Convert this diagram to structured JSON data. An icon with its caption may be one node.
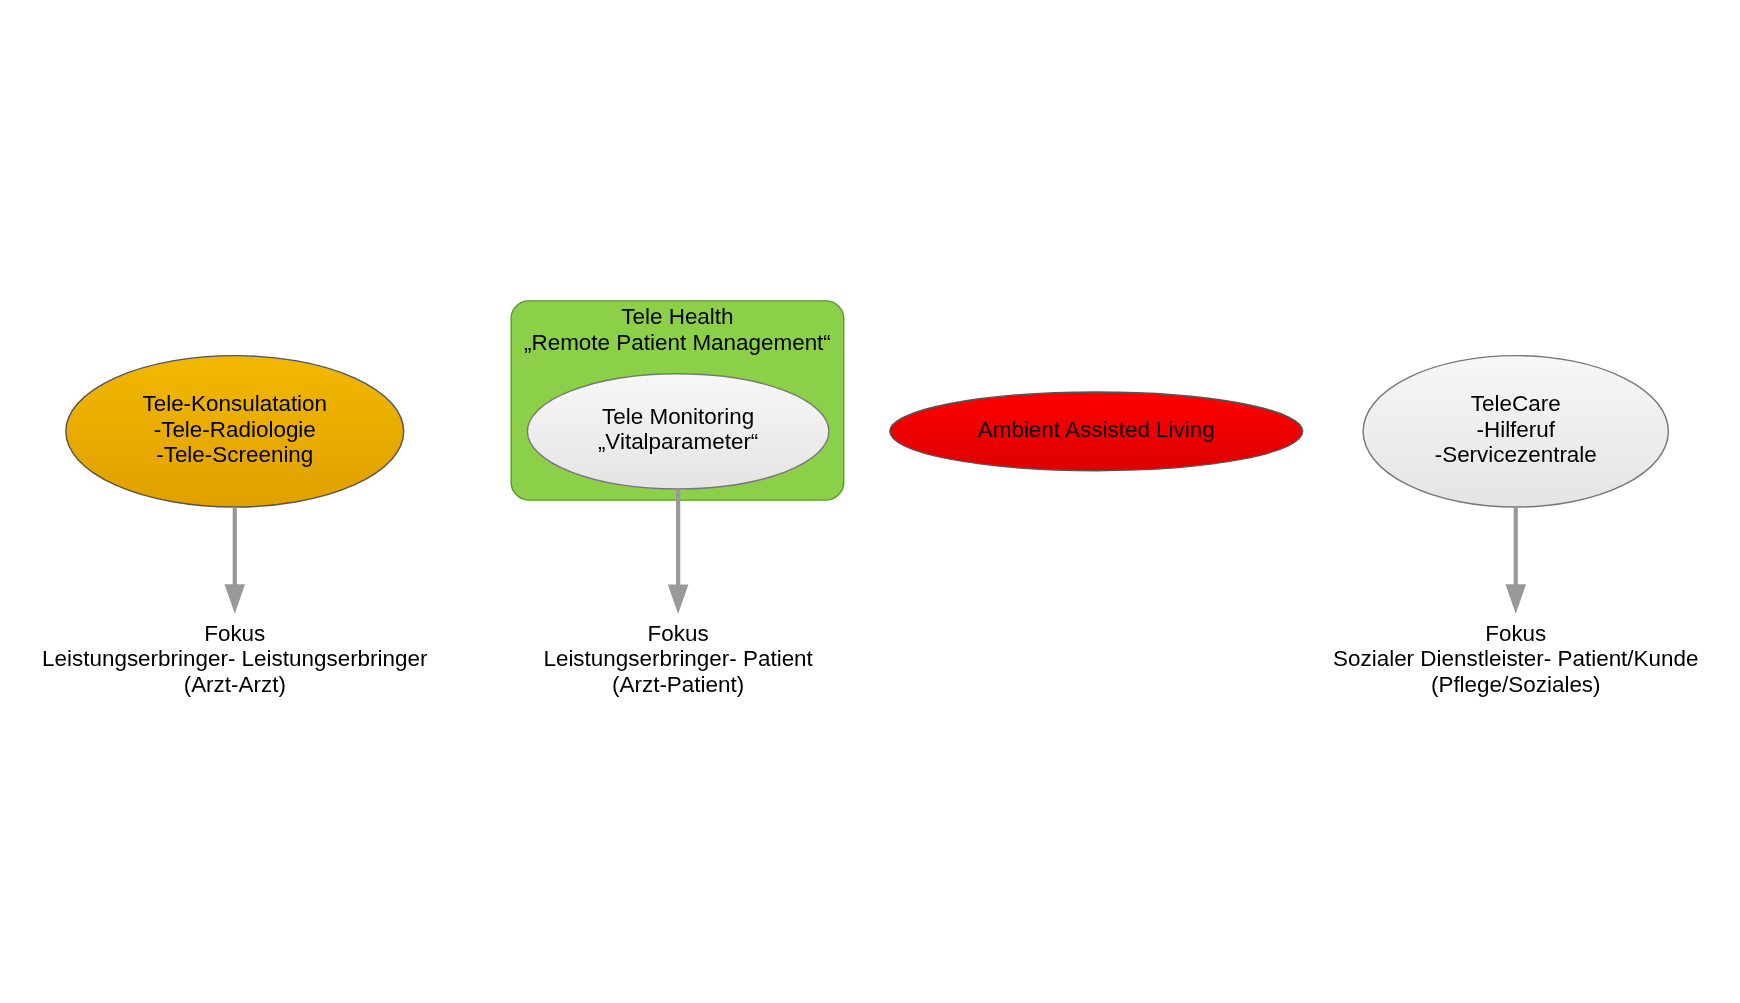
{
  "diagram": {
    "nodes": [
      {
        "text": [
          "Tele-Konsulatation",
          "-Tele-Radiologie",
          "-Tele-Screening"
        ]
      },
      {
        "text": [
          "Tele Health",
          "„Remote Patient Management“"
        ]
      },
      {
        "text": [
          "Tele Monitoring",
          "„Vitalparameter“"
        ],
        "in": 1
      },
      {
        "text": [
          "Ambient Assisted Living"
        ]
      },
      {
        "text": [
          "TeleCare",
          "-Hilferuf",
          "-Servicezentrale"
        ]
      },
      {
        "text": [
          "Fokus",
          "Leistungserbringer- Leistungserbringer",
          "(Arzt-Arzt)"
        ]
      },
      {
        "text": [
          "Fokus",
          "Leistungserbringer- Patient",
          "(Arzt-Patient)"
        ]
      },
      {
        "text": [
          "Fokus",
          "Sozialer Dienstleister- Patient/Kunde",
          "(Pflege/Soziales)"
        ]
      }
    ],
    "edges": [
      {
        "from": 0,
        "to": 5,
        "arrow": "to"
      },
      {
        "from": 2,
        "to": 6,
        "arrow": "to"
      },
      {
        "from": 4,
        "to": 7,
        "arrow": "to"
      }
    ]
  }
}
